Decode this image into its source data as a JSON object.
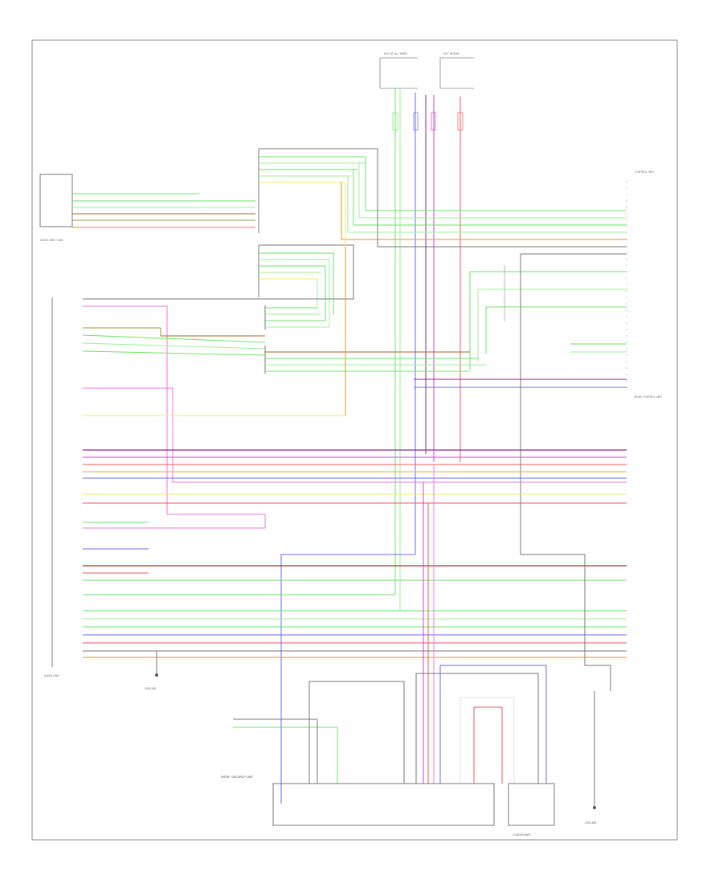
{
  "colors": {
    "green": "#6ee36a",
    "ltgreen": "#9ef09a",
    "orange": "#f4a24a",
    "yellow": "#eeee66",
    "red": "#f05a5a",
    "pink": "#f07ae0",
    "magenta": "#d040d0",
    "purple": "#8a2a8a",
    "blue": "#6a6af0",
    "gray": "#777777",
    "brown": "#9a6a3a",
    "olive": "#9a9a3a",
    "darkred": "#b03030",
    "frame": "#888888"
  },
  "diagram": {
    "footer_label": "",
    "components": {
      "audio_amp_label": "AUDIO AMP / LINK",
      "audio_unit_label": "AUDIO UNIT",
      "entry_unit_label": "ENTRY / SECURITY UNIT",
      "conn_label": "CONDITIONER",
      "right_unit_label": "CONTROL UNIT",
      "ground_left": "GROUND",
      "ground_right": "GROUND",
      "right_mid_label": "BODY CONTROL UNIT",
      "top_left_fuse": "HOT AT ALL TIMES",
      "top_right_fuse": "HOT IN RUN"
    }
  }
}
